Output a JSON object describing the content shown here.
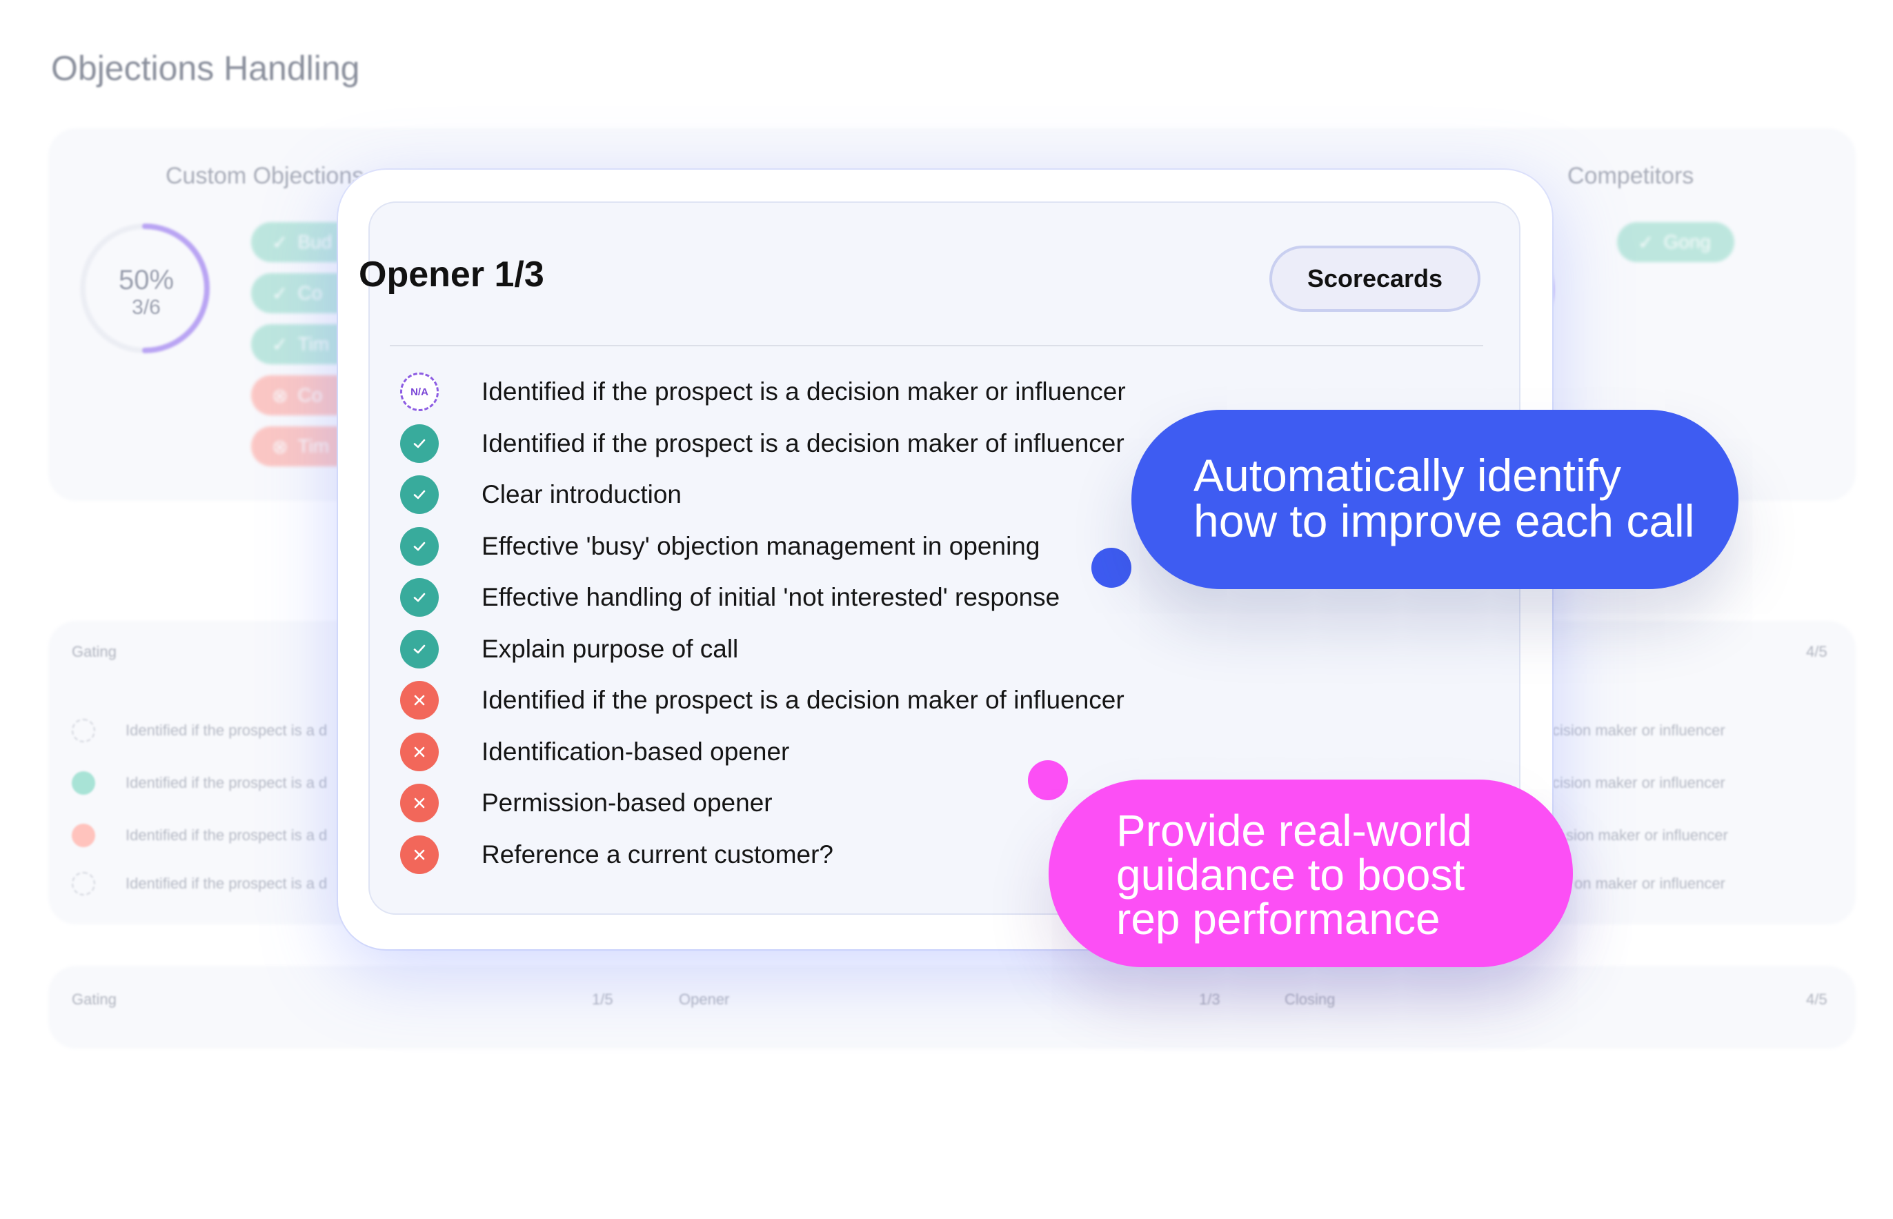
{
  "page_title": "Objections Handling",
  "background": {
    "panels": [
      {
        "title": "Custom Objections",
        "percent": "50%",
        "fraction": "3/6"
      },
      {
        "title": "Competitors"
      }
    ],
    "custom_pills": [
      {
        "status": "ok",
        "label": "Bud"
      },
      {
        "status": "ok",
        "label": "Co"
      },
      {
        "status": "ok",
        "label": "Tim"
      },
      {
        "status": "bad",
        "label": "Co"
      },
      {
        "status": "bad",
        "label": "Tim"
      }
    ],
    "competitor_pills": [
      {
        "status": "ok",
        "label": "Gong"
      }
    ],
    "gating_section": {
      "label": "Gating",
      "right_score": "4/5",
      "rows": [
        {
          "status": "na",
          "left": "Identified if the prospect is a d",
          "right": "cision maker or influencer"
        },
        {
          "status": "ok",
          "left": "Identified if the prospect is a d",
          "right": "cision maker or influencer"
        },
        {
          "status": "bad",
          "left": "Identified if the prospect is a d",
          "right": "sion maker or influencer"
        },
        {
          "status": "na",
          "left": "Identified if the prospect is a d",
          "right": "on maker or influencer"
        }
      ]
    },
    "bottom_sections": [
      {
        "label": "Gating",
        "score": "1/5"
      },
      {
        "label": "Opener",
        "score": "1/3"
      },
      {
        "label": "Closing",
        "score": "4/5"
      }
    ]
  },
  "card": {
    "title": "Opener 1/3",
    "button_label": "Scorecards",
    "na_label": "N/A",
    "criteria": [
      {
        "status": "na",
        "label": "Identified if the prospect is a decision maker or influencer"
      },
      {
        "status": "ok",
        "label": "Identified if the prospect is a decision maker of influencer"
      },
      {
        "status": "ok",
        "label": "Clear introduction"
      },
      {
        "status": "ok",
        "label": "Effective 'busy' objection management in opening"
      },
      {
        "status": "ok",
        "label": "Effective handling of initial 'not interested' response"
      },
      {
        "status": "ok",
        "label": "Explain purpose of call"
      },
      {
        "status": "bad",
        "label": "Identified if the prospect is a decision maker of influencer"
      },
      {
        "status": "bad",
        "label": "Identification-based opener"
      },
      {
        "status": "bad",
        "label": "Permission-based opener"
      },
      {
        "status": "bad",
        "label": "Reference a current customer?"
      }
    ]
  },
  "callouts": {
    "blue": {
      "lines": [
        "Automatically identify",
        "how to improve each call"
      ]
    },
    "pink": {
      "lines": [
        "Provide real-world",
        "guidance to boost",
        "rep performance"
      ]
    }
  },
  "colors": {
    "ok": "#38ab9c",
    "bad": "#f2675a",
    "na": "#8d5de3",
    "callout_blue": "#3e5cf2",
    "callout_pink": "#fc4ff5"
  },
  "icons": {
    "ok": "check-circle-icon",
    "bad": "x-circle-icon",
    "na": "na-dashed-circle-icon"
  }
}
